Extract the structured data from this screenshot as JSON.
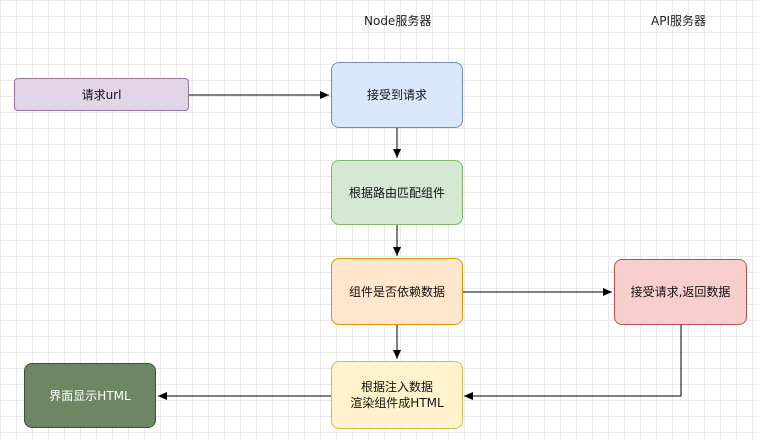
{
  "columns": {
    "node_server": "Node服务器",
    "api_server": "API服务器"
  },
  "nodes": {
    "request_url": {
      "text": "请求url",
      "fill": "#e1d5e7",
      "stroke": "#9673a6"
    },
    "receive_request": {
      "text": "接受到请求",
      "fill": "#dae8fc",
      "stroke": "#6c8ebf"
    },
    "route_match": {
      "text": "根据路由匹配组件",
      "fill": "#d5e8d4",
      "stroke": "#82b366"
    },
    "depends_data": {
      "text": "组件是否依赖数据",
      "fill": "#ffe6cc",
      "stroke": "#d79b00"
    },
    "api_response": {
      "text": "接受请求,返回数据",
      "fill": "#f8cecc",
      "stroke": "#b85450"
    },
    "inject_render": {
      "line1": "根据注入数据",
      "line2": "渲染组件成HTML",
      "fill": "#fff2cc",
      "stroke": "#d6b656"
    },
    "display_html": {
      "text": "界面显示HTML",
      "fill": "#6d8764",
      "stroke": "#3a5431",
      "text_color": "#ffffff"
    }
  }
}
